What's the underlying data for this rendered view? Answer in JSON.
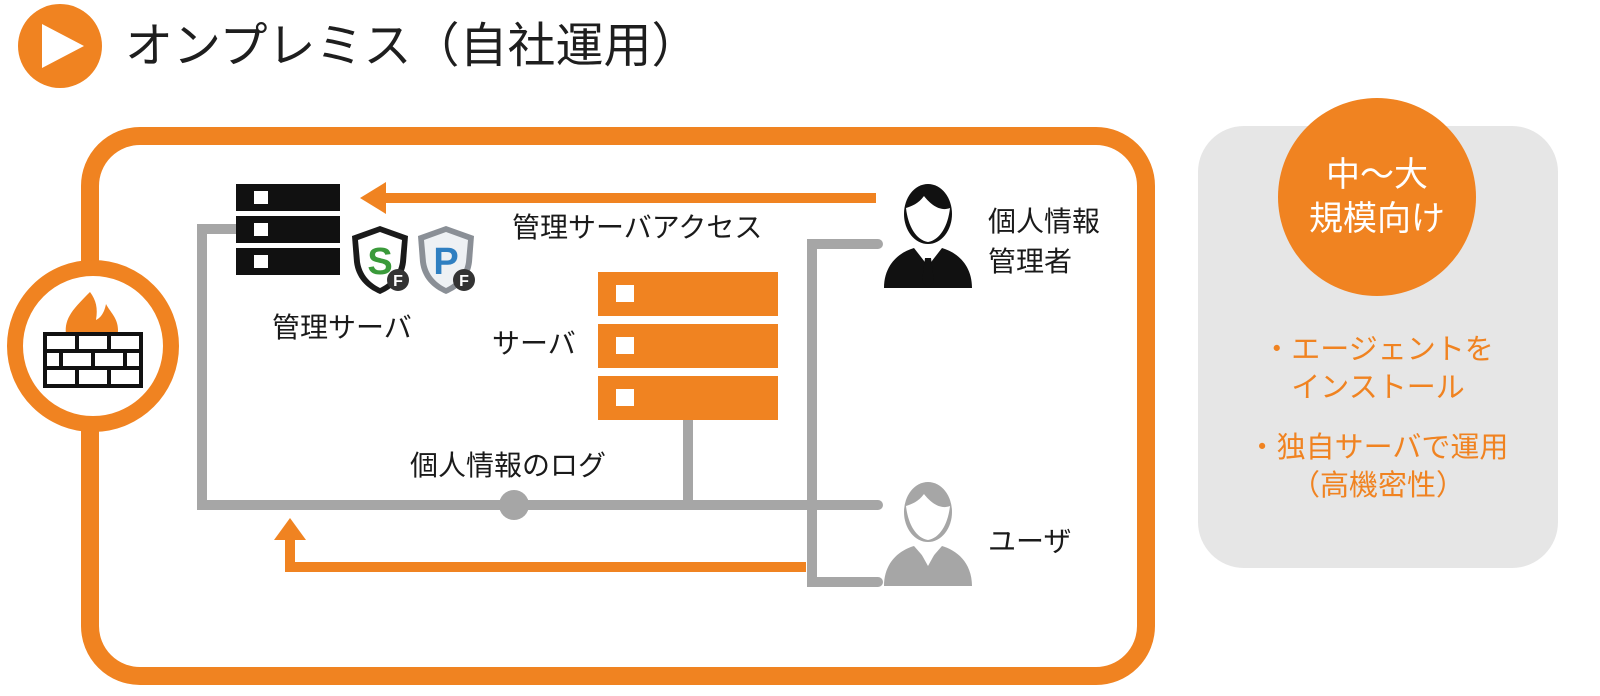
{
  "header": {
    "title": "オンプレミス（自社運用）",
    "play_icon": "play-icon"
  },
  "diagram": {
    "firewall_icon": "firewall-icon",
    "admin_server": {
      "label": "管理サーバ",
      "icon": "server-icon"
    },
    "server": {
      "label": "サーバ"
    },
    "product_badges": [
      {
        "letter": "S",
        "sub": "F",
        "color": "#3a9a3a"
      },
      {
        "letter": "P",
        "sub": "F",
        "color": "#2f7fc1"
      }
    ],
    "access_label": "管理サーバアクセス",
    "log_label": "個人情報のログ",
    "privacy_admin": {
      "label": "個人情報\n管理者"
    },
    "user": {
      "label": "ユーザ"
    }
  },
  "side_panel": {
    "badge_text": "中〜大\n規模向け",
    "features": [
      "・エージェントを\nインストール",
      "・独自サーバで運用\n（高機密性）"
    ]
  },
  "colors": {
    "accent": "#f08321",
    "line": "#a6a6a6",
    "dark": "#111111",
    "panel": "#e6e6e6"
  }
}
